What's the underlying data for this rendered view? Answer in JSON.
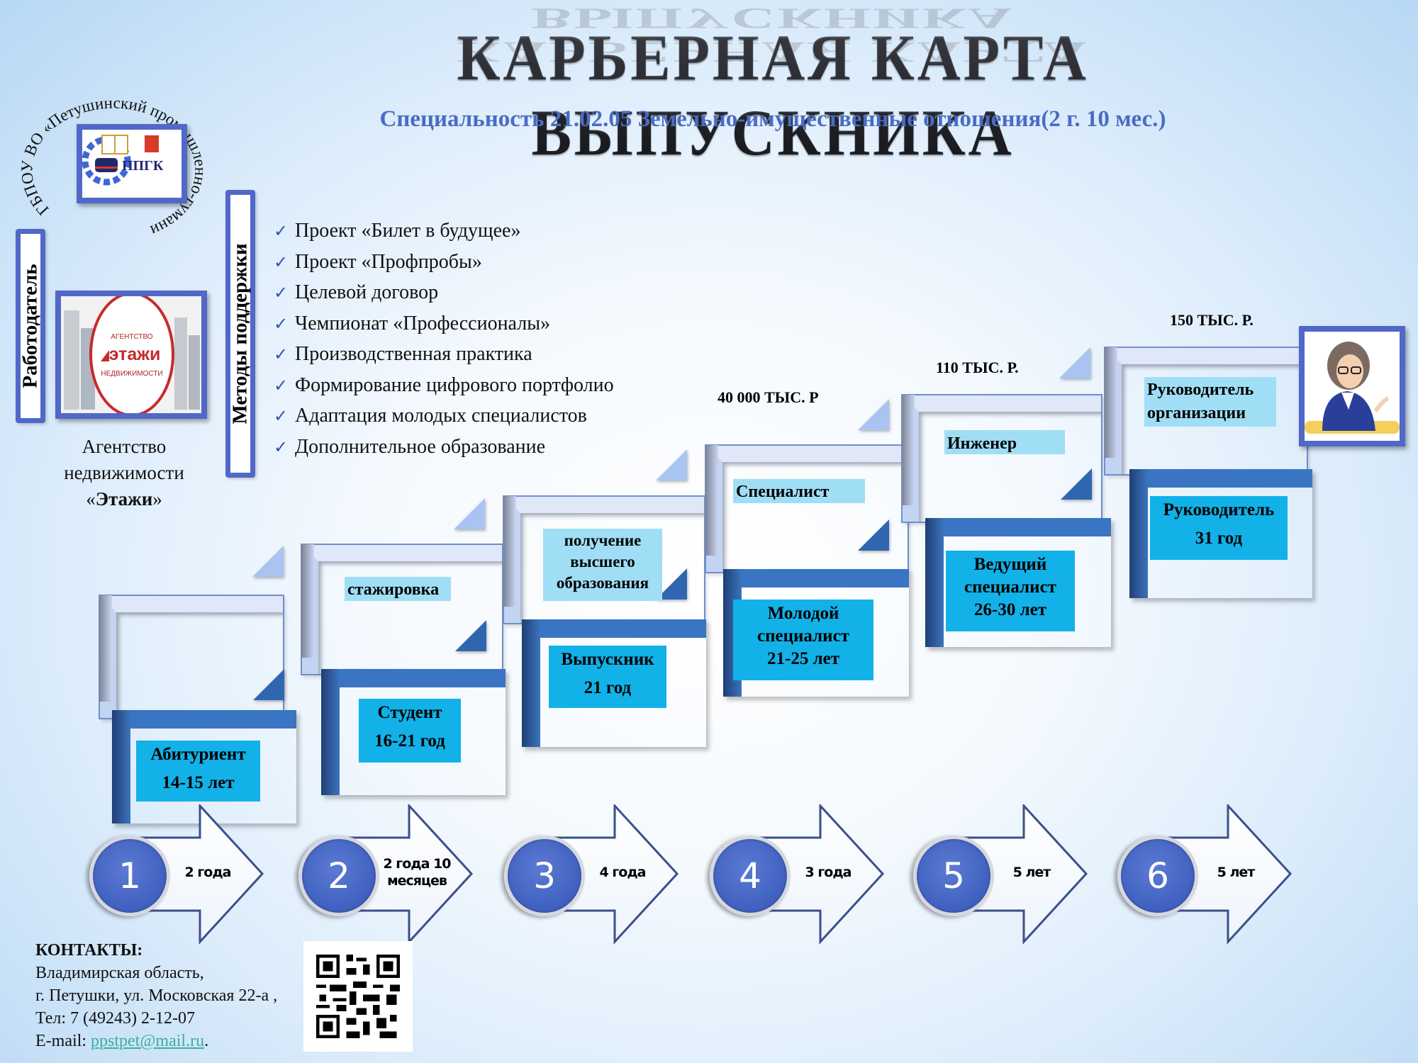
{
  "header": {
    "title": "КАРЬЕРНАЯ КАРТА ВЫПУСКНИКА",
    "subtitle": "Специальность 21.02.05 Земельно-имущественные отношения(2 г. 10 мес.)"
  },
  "college": {
    "ring_text": "ГБПОУ ВО «Петушинский промышленно-гуманитарный колледж»",
    "logo_abbr": "ППГК"
  },
  "employer": {
    "section_label": "Работодатель",
    "logo_lines": [
      "АГЕНТСТВО",
      "этажи",
      "НЕДВИЖИМОСТИ"
    ],
    "name_line1": "Агентство",
    "name_line2": "недвижимости",
    "name_line3_open": "«",
    "name_line3_bold": "Этажи",
    "name_line3_close": "»"
  },
  "support_methods": {
    "section_label": "Методы поддержки",
    "check_icon": "✓",
    "items": [
      "Проект «Билет в будущее»",
      "Проект «Профпробы»",
      "Целевой договор",
      "Чемпионат «Профессионалы»",
      "Производственная практика",
      "Формирование цифрового портфолио",
      "Адаптация молодых специалистов",
      "Дополнительное образование"
    ]
  },
  "career_ladder": {
    "development": [
      {
        "label": ""
      },
      {
        "label": "стажировка"
      },
      {
        "label": "получение высшего образования"
      },
      {
        "label": "Специалист",
        "salary": "40 000 ТЫС. Р"
      },
      {
        "label": "Инженер",
        "salary": "110 ТЫС. Р."
      },
      {
        "label": "Руководитель организации",
        "salary": "150 ТЫС. Р."
      }
    ],
    "stages": [
      {
        "role": "Абитуриент",
        "age": "14-15 лет"
      },
      {
        "role": "Студент",
        "age": "16-21 год"
      },
      {
        "role": "Выпускник",
        "age": "21 год"
      },
      {
        "role": "Молодой специалист",
        "age": "21-25 лет"
      },
      {
        "role": "Ведущий специалист",
        "age": "26-30 лет"
      },
      {
        "role": "Руководитель",
        "age": "31 год"
      }
    ]
  },
  "timeline": [
    {
      "number": "1",
      "duration": "2 года"
    },
    {
      "number": "2",
      "duration": "2 года 10 месяцев"
    },
    {
      "number": "3",
      "duration": "4 года"
    },
    {
      "number": "4",
      "duration": "3 года"
    },
    {
      "number": "5",
      "duration": "5 лет"
    },
    {
      "number": "6",
      "duration": "5 лет"
    }
  ],
  "contacts": {
    "heading": "КОНТАКТЫ:",
    "region": "Владимирская область,",
    "address": "г. Петушки, ул. Московская 22-а ,",
    "phone": "Тел: 7 (49243) 2-12-07",
    "email_prefix": "E-mail: ",
    "email": "ppstpet@mail.ru",
    "email_suffix": "."
  },
  "colors": {
    "accent_blue": "#5168c9",
    "subtitle_blue": "#4a6cc4",
    "stage_box": "#12b1e8",
    "development_box": "#a0def5",
    "bracket_dark": "#3a75c3",
    "bracket_light": "#dfe7f8"
  }
}
